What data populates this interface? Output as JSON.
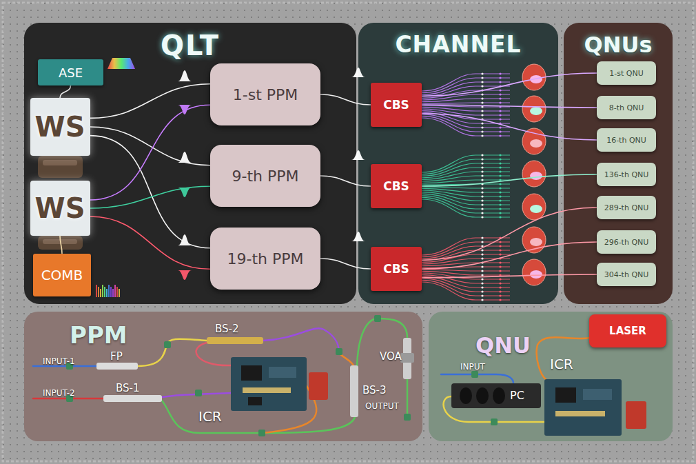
{
  "diagram": {
    "nodes": [
      {
        "text": [
          "QLT"
        ]
      },
      {
        "text": [
          "ASE"
        ],
        "in": 0
      },
      {
        "text": [
          "WS"
        ],
        "in": 0
      },
      {
        "text": [
          "WS"
        ],
        "in": 0
      },
      {
        "text": [
          "COMB"
        ],
        "in": 0
      },
      {
        "text": [
          "1-st PPM"
        ],
        "in": 0
      },
      {
        "text": [
          "9-th PPM"
        ],
        "in": 0
      },
      {
        "text": [
          "19-th PPM"
        ],
        "in": 0
      },
      {
        "text": [
          "CHANNEL"
        ]
      },
      {
        "text": [
          "CBS"
        ],
        "in": 8
      },
      {
        "text": [
          "CBS"
        ],
        "in": 8
      },
      {
        "text": [
          "CBS"
        ],
        "in": 8
      },
      {
        "text": [
          "QNUs"
        ]
      },
      {
        "text": [
          "1-st QNU"
        ],
        "in": 12
      },
      {
        "text": [
          "8-th QNU"
        ],
        "in": 12
      },
      {
        "text": [
          "16-th QNU"
        ],
        "in": 12
      },
      {
        "text": [
          "136-th QNU"
        ],
        "in": 12
      },
      {
        "text": [
          "289-th QNU"
        ],
        "in": 12
      },
      {
        "text": [
          "296-th QNU"
        ],
        "in": 12
      },
      {
        "text": [
          "304-th QNU"
        ],
        "in": 12
      },
      {
        "text": [
          "PPM"
        ]
      },
      {
        "text": [
          "QNU"
        ]
      },
      {
        "text": [
          "LASER"
        ],
        "in": 21
      }
    ],
    "edges": [
      {
        "from": 1,
        "to": 2,
        "arrow": "none"
      },
      {
        "from": 4,
        "to": 3,
        "arrow": "none"
      },
      {
        "from": 2,
        "to": 5,
        "arrow": "none"
      },
      {
        "from": 2,
        "to": 6,
        "arrow": "none"
      },
      {
        "from": 2,
        "to": 7,
        "arrow": "none"
      },
      {
        "from": 3,
        "to": 5,
        "arrow": "none"
      },
      {
        "from": 3,
        "to": 6,
        "arrow": "none"
      },
      {
        "from": 3,
        "to": 7,
        "arrow": "none"
      },
      {
        "from": 5,
        "to": 9,
        "arrow": "none"
      },
      {
        "from": 6,
        "to": 10,
        "arrow": "none"
      },
      {
        "from": 7,
        "to": 11,
        "arrow": "none"
      },
      {
        "from": 9,
        "to": 13,
        "arrow": "none"
      },
      {
        "from": 9,
        "to": 14,
        "arrow": "none"
      },
      {
        "from": 9,
        "to": 15,
        "arrow": "none"
      },
      {
        "from": 10,
        "to": 16,
        "arrow": "none"
      },
      {
        "from": 11,
        "to": 17,
        "arrow": "none"
      },
      {
        "from": 11,
        "to": 18,
        "arrow": "none"
      },
      {
        "from": 11,
        "to": 19,
        "arrow": "none"
      }
    ],
    "labels": [
      "INPUT-1",
      "FP",
      "INPUT-2",
      "BS-1",
      "BS-2",
      "ICR",
      "BS-3",
      "VOA",
      "OUTPUT",
      "INPUT",
      "PC",
      "ICR"
    ]
  }
}
